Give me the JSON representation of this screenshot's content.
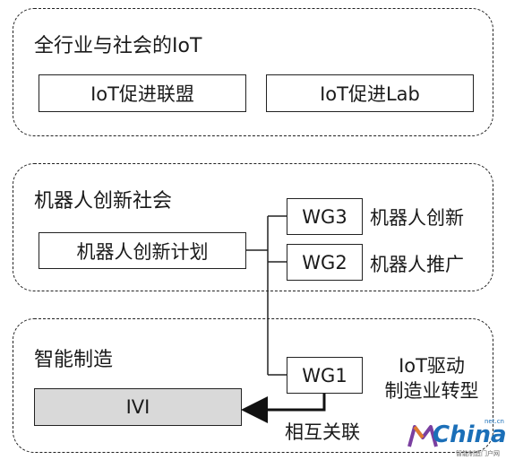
{
  "groups": {
    "iot": {
      "title": "全行业与社会的IoT",
      "boxes": [
        "IoT促进联盟",
        "IoT促进Lab"
      ]
    },
    "robot": {
      "title": "机器人创新社会",
      "plan": "机器人创新计划",
      "wg3": {
        "label": "WG3",
        "desc": "机器人创新"
      },
      "wg2": {
        "label": "WG2",
        "desc": "机器人推广"
      }
    },
    "manufacturing": {
      "title": "智能制造",
      "ivi": "IVI",
      "wg1": {
        "label": "WG1",
        "desc_line1": "IoT驱动",
        "desc_line2": "制造业转型"
      },
      "relation": "相互关联"
    }
  },
  "watermark": {
    "brand": "China",
    "sub": "智能制造门户网",
    "tiny": "net.cn"
  },
  "colors": {
    "brand": "#1b6fb8",
    "accent": "#7a3fa0",
    "ivi_fill": "#d9d9d9"
  }
}
